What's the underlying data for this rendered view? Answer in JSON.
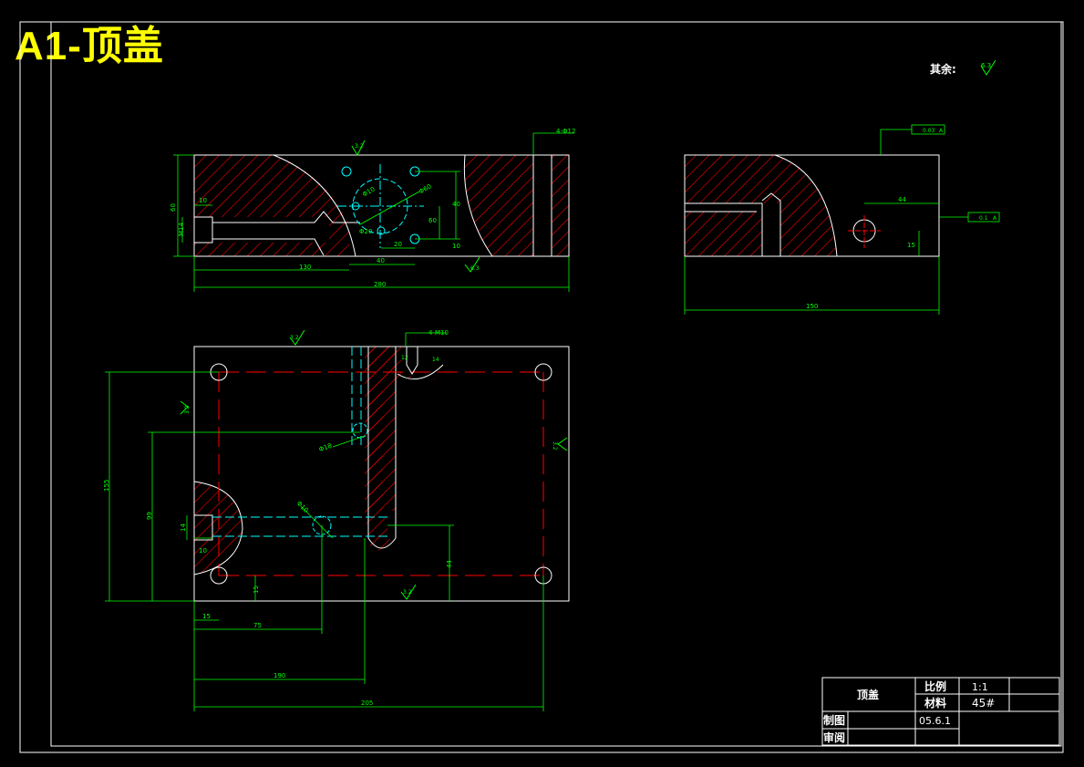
{
  "sheet": {
    "title": "A1-顶盖",
    "roughness_note": "其余:",
    "roughness_note_value": "6.3"
  },
  "colors": {
    "background": "#000000",
    "outline": "#ffffff",
    "dimension": "#00ff00",
    "hidden": "#00ffff",
    "hatch": "#ff0000",
    "title": "#ffff00"
  },
  "views": {
    "front": {
      "dims": {
        "d_10": "10",
        "d_60": "60",
        "d_m14": "M14",
        "d_130": "130",
        "d_40h": "40",
        "d_20": "20",
        "d_280": "280",
        "d_40v": "40",
        "d_60v": "60",
        "d_10v": "10",
        "phi_60": "Φ60",
        "phi_10": "Φ10",
        "phi_20": "Φ20",
        "holes": "4-Φ12",
        "rough_top": "3.2",
        "rough_bottom": "6.3"
      }
    },
    "side": {
      "dims": {
        "d_44": "44",
        "d_15": "15",
        "d_150": "150",
        "parallel": "0.03",
        "parallel_ref": "A",
        "perp": "0.1",
        "perp_ref": "A"
      }
    },
    "top": {
      "dims": {
        "d_155": "155",
        "d_99": "99",
        "d_14": "14",
        "d_10": "10",
        "d_15v": "15",
        "d_44": "44",
        "d_15h": "15",
        "d_75": "75",
        "d_190": "190",
        "d_205": "205",
        "phi_18": "Φ18",
        "phi_10": "Φ10",
        "m10": "4-M10",
        "d_12": "12",
        "d_14b": "14",
        "rough_top": "3.2",
        "rough_left": "3.2",
        "rough_right": "3.2",
        "rough_bottom": "3.2"
      }
    }
  },
  "title_block": {
    "part_name": "顶盖",
    "scale_label": "比例",
    "scale_value": "1:1",
    "material_label": "材料",
    "material_value": "45#",
    "drawn_label": "制图",
    "drawn_date": "05.6.1",
    "review_label": "审阅"
  }
}
